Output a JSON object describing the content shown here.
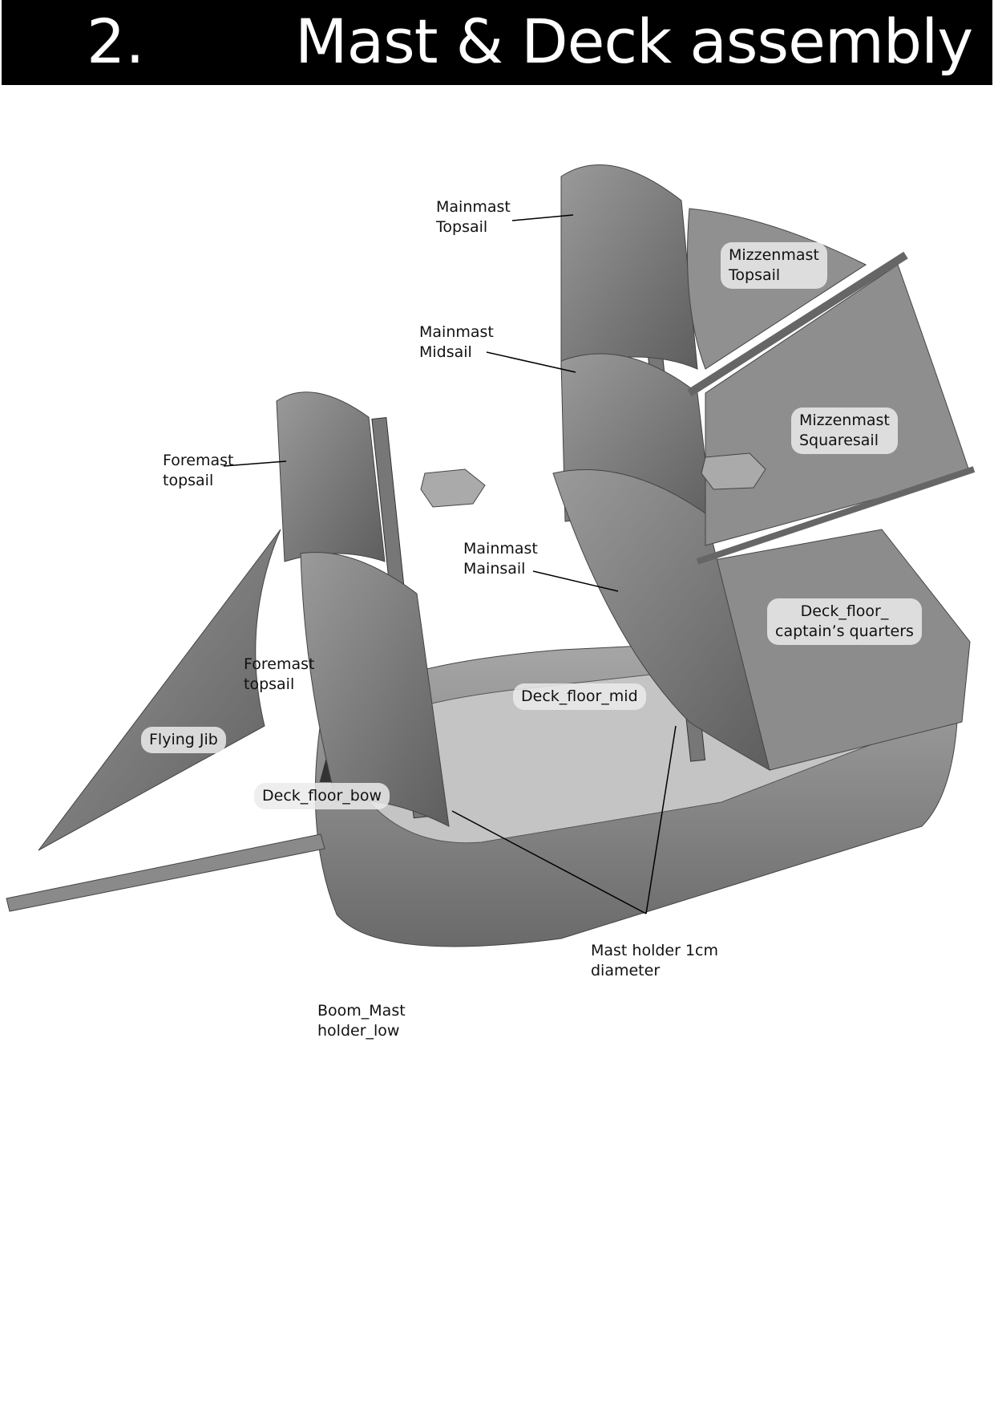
{
  "header": {
    "step_number": "2.",
    "title": "Mast & Deck assembly"
  },
  "labels": {
    "mainmast_topsail": "Mainmast\nTopsail",
    "mizzenmast_topsail": "Mizzenmast\nTopsail",
    "mainmast_midsail": "Mainmast\nMidsail",
    "mizzenmast_squaresail": "Mizzenmast\nSquaresail",
    "foremast_topsail_1": "Foremast\ntopsail",
    "mainmast_mainsail": "Mainmast\nMainsail",
    "deck_floor_captains": "Deck_floor_\ncaptain’s quarters",
    "foremast_topsail_2": "Foremast\ntopsail",
    "deck_floor_mid": "Deck_floor_mid",
    "flying_jib": "Flying Jib",
    "deck_floor_bow": "Deck_floor_bow",
    "mast_holder": "Mast holder 1cm\ndiameter",
    "boom_mast_holder": "Boom_Mast\nholder_low"
  }
}
